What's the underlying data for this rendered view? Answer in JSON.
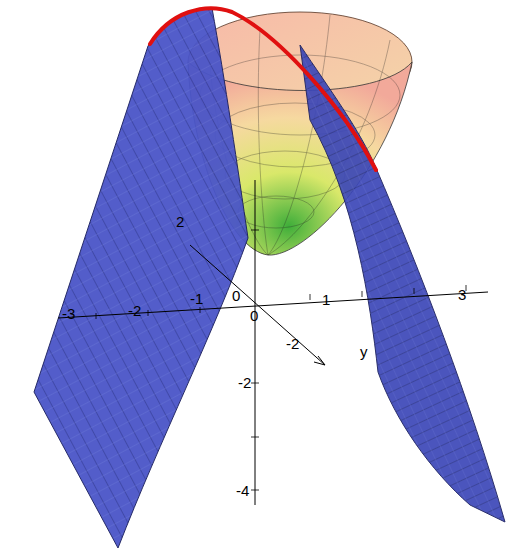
{
  "diagram": {
    "labels": [
      "2",
      "-3",
      "-2",
      "-1",
      "0",
      "0",
      "1",
      "3",
      "y",
      "-2",
      "-2",
      "-4"
    ]
  }
}
